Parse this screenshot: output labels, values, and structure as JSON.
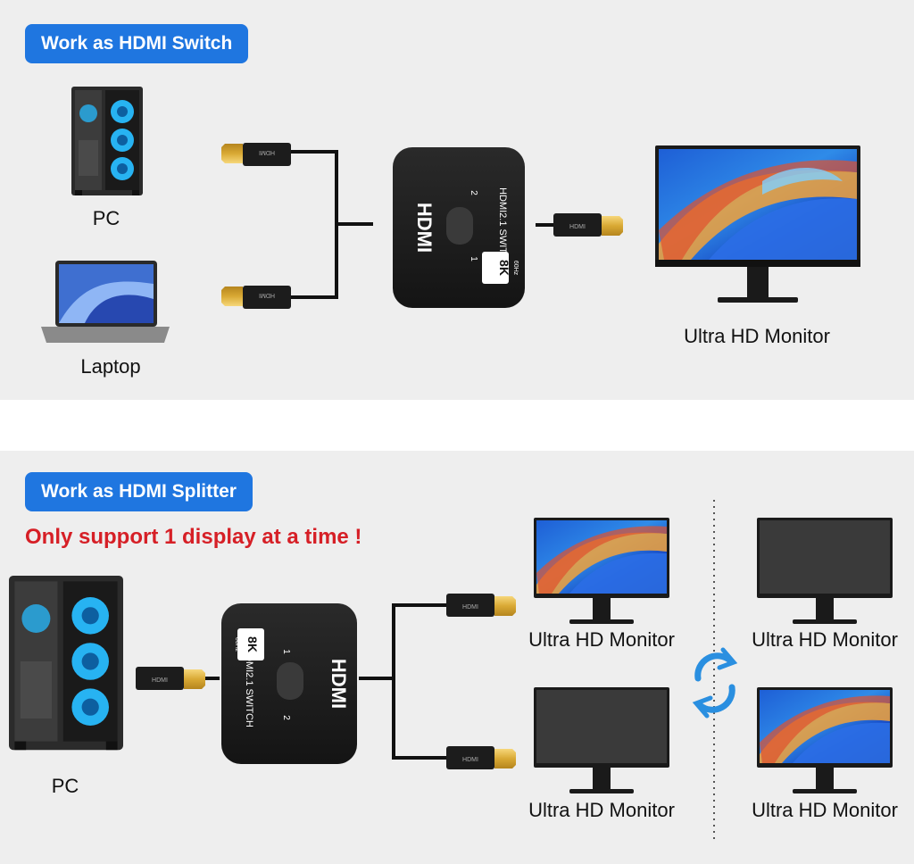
{
  "switch_section": {
    "badge": "Work as HDMI Switch",
    "pc_label": "PC",
    "laptop_label": "Laptop",
    "monitor_label": "Ultra HD Monitor"
  },
  "splitter_section": {
    "badge": "Work as HDMI Splitter",
    "warning": "Only support 1 display at a time !",
    "pc_label": "PC",
    "monitor_labels": [
      "Ultra HD Monitor",
      "Ultra HD Monitor",
      "Ultra HD Monitor",
      "Ultra HD Monitor"
    ]
  },
  "device": {
    "logo": "HDMI",
    "model": "HDMI2.1 SWITCH",
    "badge": "8K",
    "refresh": "60Hz",
    "port_1": "1",
    "port_2": "2"
  },
  "connector_text": "HDMI",
  "colors": {
    "badge_blue": "#1f76e0",
    "warning_red": "#d61f26",
    "panel_bg": "#eeeeee",
    "device_black": "#1b1b1b",
    "arrow_blue": "#2a8fe0"
  },
  "icons": [
    "pc-tower-icon",
    "laptop-icon",
    "monitor-icon",
    "hdmi-connector-icon",
    "swap-arrows-icon"
  ]
}
